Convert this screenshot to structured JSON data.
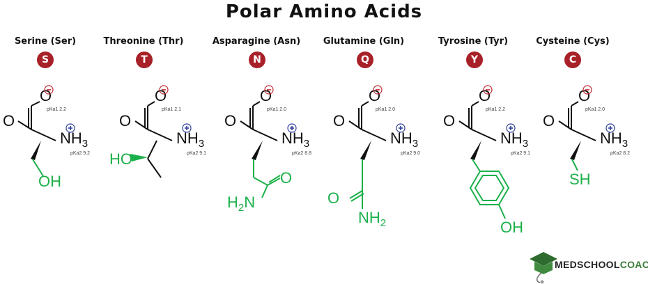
{
  "title": "Polar Amino Acids",
  "amino_acids": [
    {
      "name": "Serine (Ser)",
      "code": "S",
      "pka_acid": "pKa1 2.2",
      "pka_amine": "pKa2 9.2",
      "side_chain": "OH"
    },
    {
      "name": "Threonine (Thr)",
      "code": "T",
      "pka_acid": "pKa1 2.1",
      "pka_amine": "pKa2 9.1",
      "side_chain": "HO"
    },
    {
      "name": "Asparagine (Asn)",
      "code": "N",
      "pka_acid": "pKa1 2.0",
      "pka_amine": "pKa2 8.8",
      "side_chain": "H2N"
    },
    {
      "name": "Glutamine (Gln)",
      "code": "Q",
      "pka_acid": "pKa1 2.0",
      "pka_amine": "pKa2 9.0",
      "side_chain": "NH2"
    },
    {
      "name": "Tyrosine (Tyr)",
      "code": "Y",
      "pka_acid": "pKa1 2.2",
      "pka_amine": "pKa2 9.1",
      "side_chain": "OH"
    },
    {
      "name": "Cysteine (Cys)",
      "code": "C",
      "pka_acid": "pKa1 2.0",
      "pka_amine": "pKa2 8.2",
      "side_chain": "SH"
    }
  ],
  "atoms": {
    "oxygen": "O",
    "amine": "NH3",
    "carbonyl_o": "O",
    "charge_neg": "−",
    "charge_pos": "+"
  },
  "logo": {
    "part1": "MEDSCHOOL",
    "part2": "COACH"
  },
  "colors": {
    "badge": "#a82028",
    "side_chain": "#1bb04a",
    "backbone": "#111111",
    "neg_charge": "#c0272d",
    "pos_charge": "#2c3e9a"
  }
}
